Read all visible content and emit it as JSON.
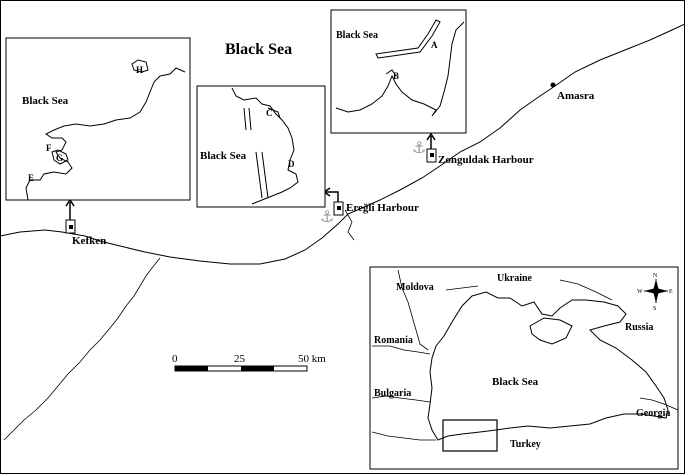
{
  "main_map": {
    "sea_label": "Black Sea",
    "places": {
      "amasra": "Amasra",
      "zonguldak": "Zonguldak Harbour",
      "eregli": "Ereğli Harbour",
      "kefken": "Kefken"
    },
    "scale_bar": {
      "labels": [
        "0",
        "25",
        "50 km"
      ]
    }
  },
  "insets": {
    "kefken": {
      "sea_label": "Black Sea",
      "sites": [
        "H",
        "F",
        "G",
        "E"
      ]
    },
    "eregli": {
      "sea_label": "Black Sea",
      "sites": [
        "C",
        "D"
      ]
    },
    "zonguldak": {
      "sea_label": "Black Sea",
      "sites": [
        "A",
        "B"
      ]
    }
  },
  "locator_map": {
    "countries": [
      "Ukraine",
      "Moldova",
      "Romania",
      "Russia",
      "Bulgaria",
      "Georgia",
      "Turkey"
    ],
    "sea_label": "Black Sea",
    "compass": {
      "n": "N",
      "s": "S",
      "e": "E",
      "w": "W"
    }
  },
  "colors": {
    "ink": "#000000",
    "water_marker": "#999999",
    "background": "#ffffff"
  }
}
